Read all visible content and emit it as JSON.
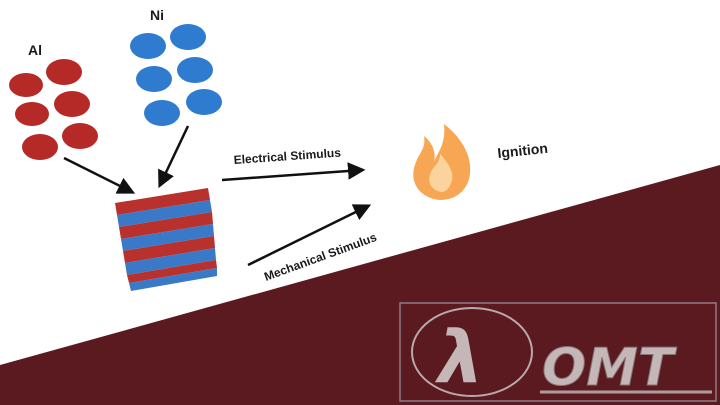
{
  "labels": {
    "al": "Al",
    "ni": "Ni",
    "electrical": "Electrical Stimulus",
    "mechanical": "Mechanical Stimulus",
    "ignition": "Ignition"
  },
  "logo": {
    "symbol": "λ",
    "text": "OMT"
  },
  "colors": {
    "al_particle": "#b52a27",
    "ni_particle": "#2f7bd0",
    "stack_red": "#b8312c",
    "stack_blue": "#3a78c8",
    "background_wedge": "#5a1a20",
    "flame_outer": "#f7a654",
    "flame_inner": "#fbd39c",
    "arrow": "#111111"
  },
  "icons": [
    "flame-icon",
    "lambda-logo"
  ]
}
